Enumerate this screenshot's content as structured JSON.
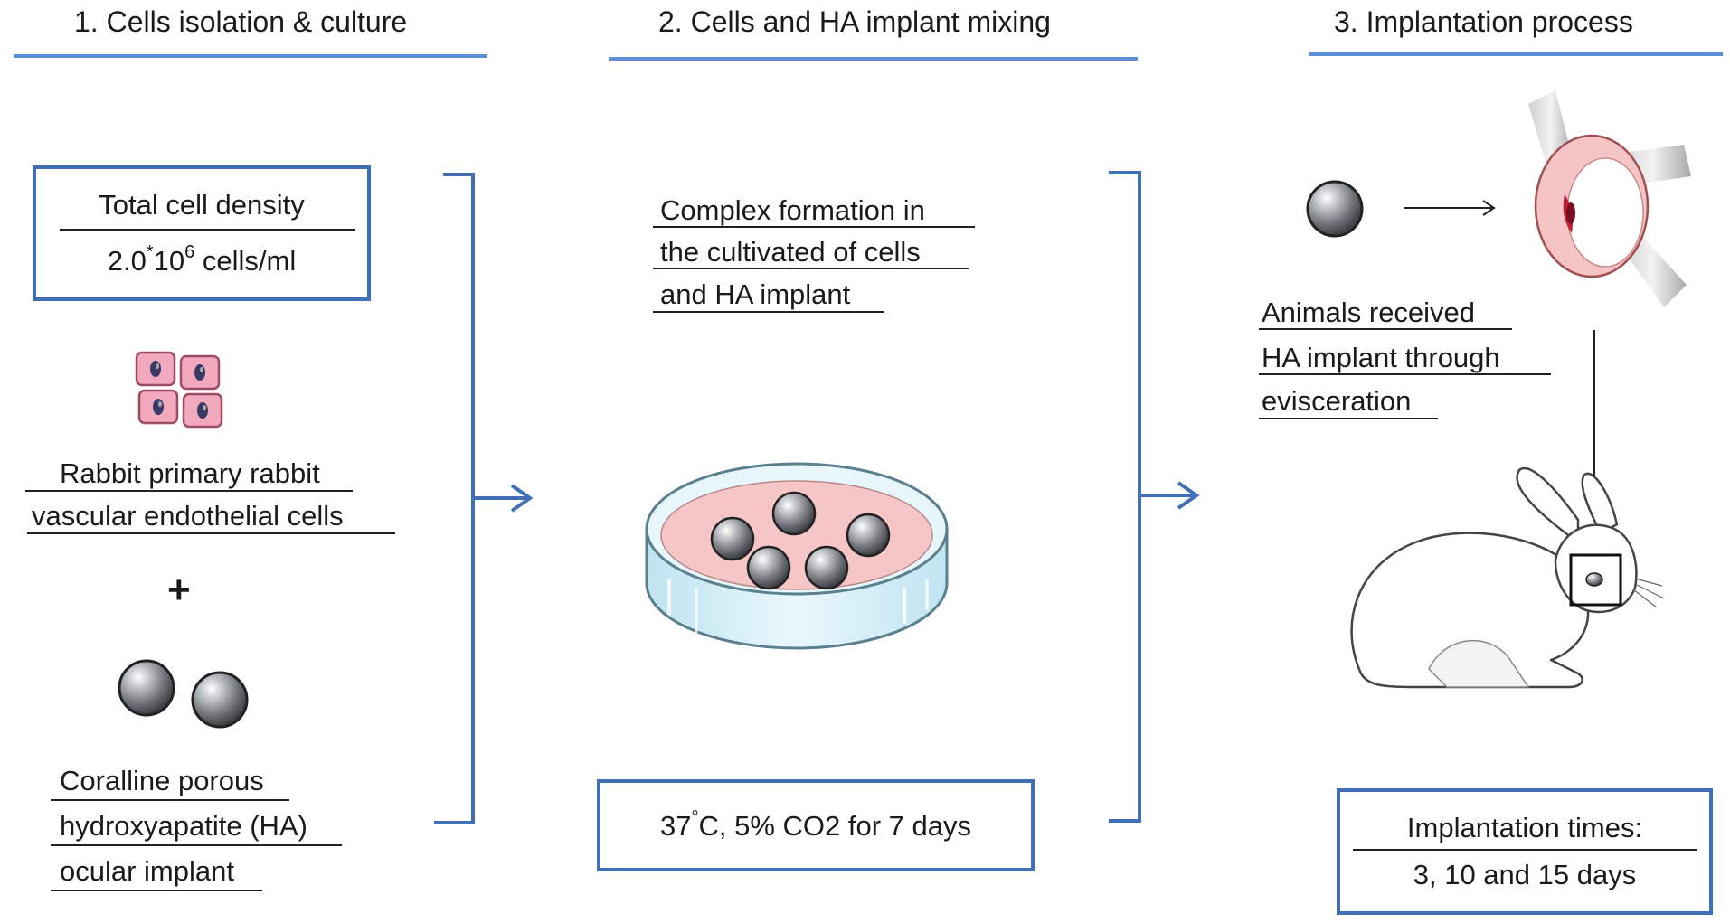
{
  "steps": [
    {
      "title": "1. Cells isolation & culture"
    },
    {
      "title": "2. Cells and HA implant mixing"
    },
    {
      "title": "3. Implantation process"
    }
  ],
  "col1": {
    "density_title": "Total cell density",
    "density_prefix": "2.0",
    "density_star": "*",
    "density_base": "10",
    "density_exp": "6",
    "density_unit": " cells/ml",
    "cells_label": [
      "Rabbit primary rabbit",
      "vascular endothelial cells"
    ],
    "plus": "+",
    "implant_label": [
      "Coralline porous",
      "hydroxyapatite (HA)",
      "ocular implant"
    ]
  },
  "col2": {
    "complex_label": [
      "Complex formation in",
      "the cultivated of cells",
      "and HA implant"
    ],
    "culture_prefix": "37",
    "culture_degree": "°",
    "culture_rest": "C, 5% CO2 for 7 days"
  },
  "col3": {
    "animal_label": [
      "Animals received",
      "HA implant through",
      "evisceration"
    ],
    "times_title": "Implantation times:",
    "times_value": "3, 10 and 15 days"
  },
  "colors": {
    "accent": "#3f6fb5",
    "rule": "#5b8fd6",
    "cell_fill": "#f2a9bd",
    "dish_medium": "#f6c5c5",
    "dish_glass": "#d6eef7"
  }
}
